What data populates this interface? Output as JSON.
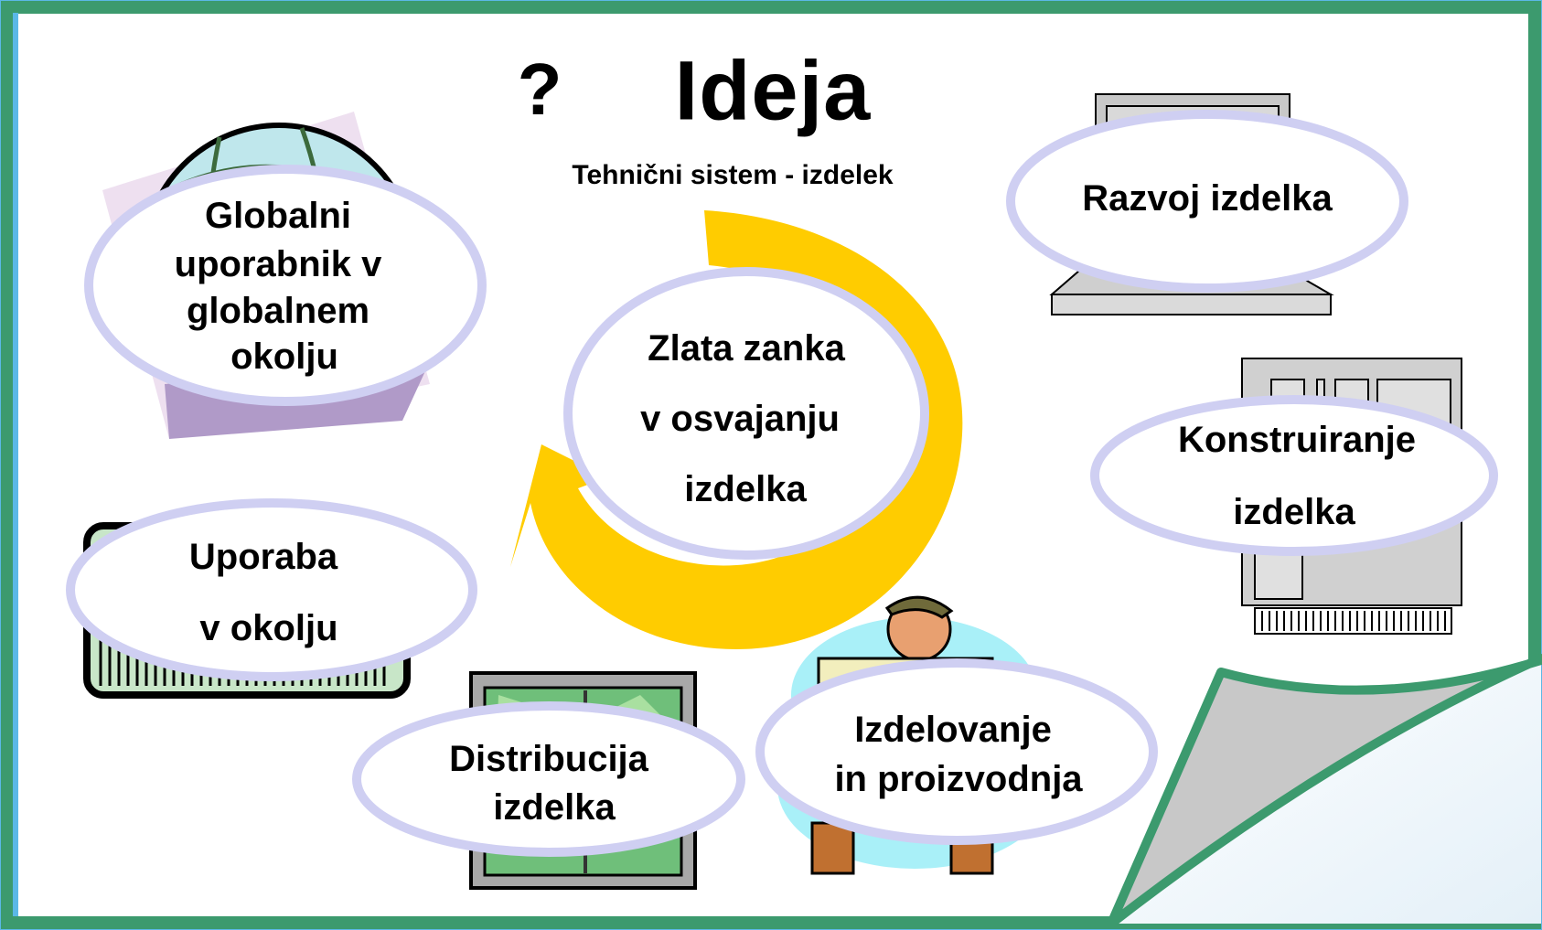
{
  "title": {
    "question_mark": "?",
    "text": "Ideja"
  },
  "subtitle": "Tehnični sistem - izdelek",
  "center": {
    "lines": [
      "Zlata zanka",
      "v osvajanju",
      "izdelka"
    ]
  },
  "steps": {
    "globalni": {
      "lines": [
        "Globalni",
        "uporabnik v",
        "globalnem",
        "okolju"
      ]
    },
    "razvoj": {
      "lines": [
        "Razvoj izdelka"
      ]
    },
    "konstruiranje": {
      "lines": [
        "Konstruiranje",
        "izdelka"
      ]
    },
    "izdelovanje": {
      "lines": [
        "Izdelovanje",
        "in proizvodnja"
      ]
    },
    "distribucija": {
      "lines": [
        "Distribucija",
        "izdelka"
      ]
    },
    "uporaba": {
      "lines": [
        "Uporaba",
        "v okolju"
      ]
    }
  },
  "colors": {
    "frame_outer": "#3c9a6e",
    "frame_left_band": "#5bb8e6",
    "ellipse_fill": "#ffffff",
    "ellipse_border": "#cfcff2",
    "arrow": "#ffcc00",
    "text": "#000000",
    "page_curl": "#c8c8c8"
  },
  "icons": {
    "globe": "globe-icon",
    "computer": "computer-icon",
    "server": "server-icon",
    "worker": "worker-icon",
    "map": "map-icon",
    "radio": "radio-icon",
    "arrow": "cycle-arrow-icon",
    "curl": "page-curl"
  }
}
